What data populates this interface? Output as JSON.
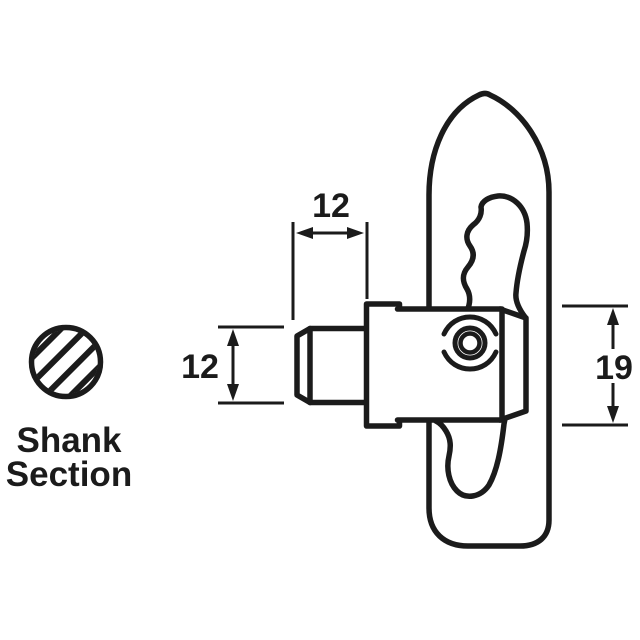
{
  "colors": {
    "background": "#ffffff",
    "ink": "#1b1b1b"
  },
  "labels": {
    "shank_section": [
      "Shank",
      "Section"
    ]
  },
  "dimensions": {
    "shank_length": "12",
    "shank_height": "12",
    "body_height": "19"
  }
}
